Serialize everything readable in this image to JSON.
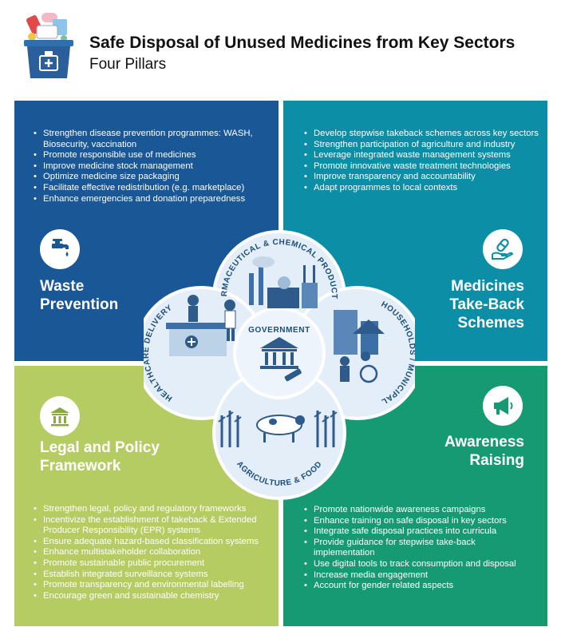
{
  "header": {
    "title": "Safe Disposal of Unused Medicines from Key Sectors",
    "subtitle": "Four Pillars"
  },
  "colors": {
    "waste_prevention": "#1a5796",
    "take_back": "#0d8ea7",
    "legal_policy": "#b5cc63",
    "awareness": "#169a73",
    "circle_fill": "#e4eef8",
    "circle_text": "#1a4d7c"
  },
  "pillars": {
    "waste_prevention": {
      "title_line1": "Waste",
      "title_line2": "Prevention",
      "icon": "water-tap-icon",
      "items": [
        "Strengthen disease prevention programmes: WASH, Biosecurity, vaccination",
        "Promote responsible use of medicines",
        "Improve medicine stock management",
        "Optimize medicine size packaging",
        "Facilitate effective redistribution (e.g. marketplace)",
        "Enhance emergencies and donation preparedness"
      ]
    },
    "take_back": {
      "title_line1": "Medicines",
      "title_line2": "Take-Back",
      "title_line3": "Schemes",
      "icon": "hand-pill-icon",
      "items": [
        "Develop stepwise takeback schemes across key sectors",
        "Strengthen participation of agriculture and industry",
        "Leverage integrated waste management systems",
        "Promote innovative waste treatment technologies",
        "Improve transparency and accountability",
        "Adapt programmes to local contexts"
      ]
    },
    "legal_policy": {
      "title_line1": "Legal and Policy",
      "title_line2": "Framework",
      "icon": "institution-icon",
      "items": [
        "Strengthen legal, policy and regulatory frameworks",
        "Incentivize the establishment of takeback & Extended Producer Responsibility (EPR) systems",
        "Ensure adequate hazard-based classification systems",
        "Enhance multistakeholder collaboration",
        "Promote sustainable public procurement",
        "Establish integrated surveillance systems",
        "Promote transparency and environmental labelling",
        "Encourage green and sustainable chemistry"
      ]
    },
    "awareness": {
      "title_line1": "Awareness",
      "title_line2": "Raising",
      "icon": "megaphone-icon",
      "items": [
        "Promote nationwide awareness campaigns",
        "Enhance training on safe disposal in key sectors",
        "Integrate safe disposal practices into curricula",
        "Provide guidance for stepwise take-back implementation",
        "Use digital tools to track consumption and disposal",
        "Increase media engagement",
        "Account for gender related aspects"
      ]
    }
  },
  "sectors": {
    "top": "PHARMACEUTICAL & CHEMICAL PRODUCTION",
    "left": "HEALTHCARE DELIVERY",
    "right": "HOUSEHOLDS / MUNICIPAL",
    "bottom": "AGRICULTURE & FOOD",
    "center": "GOVERNMENT"
  }
}
